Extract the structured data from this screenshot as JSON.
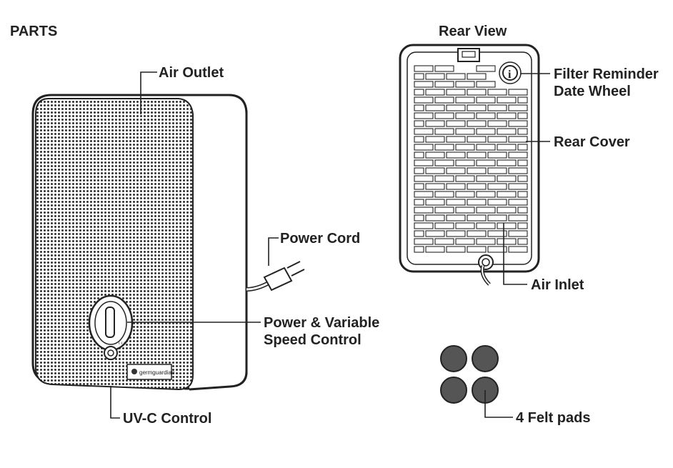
{
  "header": {
    "title": "PARTS"
  },
  "rear_view": {
    "title": "Rear View"
  },
  "brand": {
    "name": "germguardian"
  },
  "labels": {
    "air_outlet": "Air Outlet",
    "power_cord": "Power Cord",
    "power_speed_line1": "Power & Variable",
    "power_speed_line2": "Speed Control",
    "uvc_control": "UV-C Control",
    "filter_reminder_line1": "Filter Reminder",
    "filter_reminder_line2": "Date Wheel",
    "rear_cover": "Rear Cover",
    "air_inlet": "Air Inlet",
    "felt_pads": "4 Felt pads"
  },
  "icons": {
    "info": "i"
  },
  "colors": {
    "ink": "#222222",
    "felt_pad": "#555555",
    "background": "#ffffff"
  }
}
